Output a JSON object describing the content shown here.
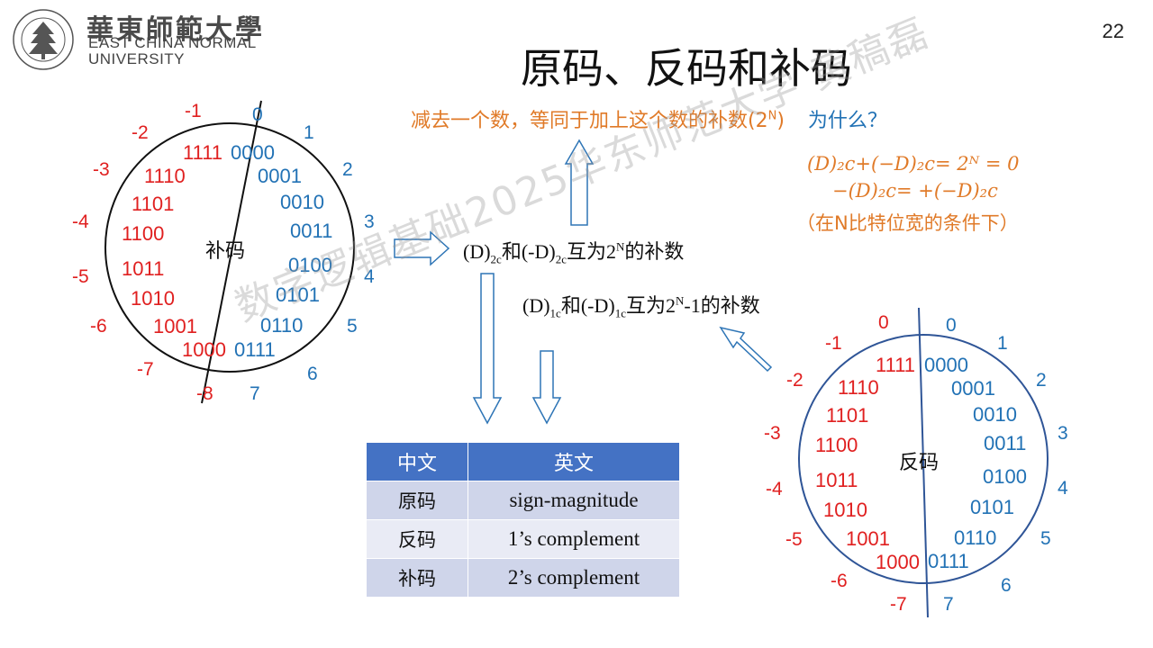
{
  "header": {
    "logo_cn": "華東師範大學",
    "logo_en_line1": "EAST CHINA NORMAL",
    "logo_en_line2": "UNIVERSITY",
    "page_number": "22"
  },
  "title": "原码、反码和补码",
  "subtitle": {
    "text": "减去一个数，等同于加上这个数的补数(2",
    "sup": "N",
    "close": ")",
    "why": "为什么？"
  },
  "equations": {
    "eq1": "(D)₂c+(−D)₂c= 2ᴺ = 0",
    "eq2": "−(D)₂c= +(−D)₂c",
    "note": "（在N比特位宽的条件下）"
  },
  "statements": {
    "s1_a": "(D)",
    "s1_sub1": "2c",
    "s1_b": "和(-D)",
    "s1_sub2": "2c",
    "s1_c": "互为2",
    "s1_sup": "N",
    "s1_d": "的补数",
    "s2_a": "(D)",
    "s2_sub1": "1c",
    "s2_b": "和(-D)",
    "s2_sub2": "1c",
    "s2_c": "互为2",
    "s2_sup": "N",
    "s2_d": "-1的补数"
  },
  "wheel_twos": {
    "center_label": "补码",
    "codes_red": [
      "1111",
      "1110",
      "1101",
      "1100",
      "1011",
      "1010",
      "1001",
      "1000"
    ],
    "codes_blue": [
      "0000",
      "0001",
      "0010",
      "0011",
      "0100",
      "0101",
      "0110",
      "0111"
    ],
    "nums_red": [
      "-1",
      "-2",
      "-3",
      "-4",
      "-5",
      "-6",
      "-7",
      "-8"
    ],
    "nums_blue": [
      "0",
      "1",
      "2",
      "3",
      "4",
      "5",
      "6",
      "7"
    ]
  },
  "wheel_ones": {
    "center_label": "反码",
    "codes_red": [
      "1111",
      "1110",
      "1101",
      "1100",
      "1011",
      "1010",
      "1001",
      "1000"
    ],
    "codes_blue": [
      "0000",
      "0001",
      "0010",
      "0011",
      "0100",
      "0101",
      "0110",
      "0111"
    ],
    "nums_red": [
      "0",
      "-1",
      "-2",
      "-3",
      "-4",
      "-5",
      "-6",
      "-7"
    ],
    "nums_blue": [
      "0",
      "1",
      "2",
      "3",
      "4",
      "5",
      "6",
      "7"
    ]
  },
  "table": {
    "headers": [
      "中文",
      "英文"
    ],
    "rows": [
      [
        "原码",
        "sign-magnitude"
      ],
      [
        "反码",
        "1’s complement"
      ],
      [
        "补码",
        "2’s complement"
      ]
    ]
  },
  "watermark": "数字逻辑基础2025华东师范大学 黄稿磊",
  "colors": {
    "negative": "#e02020",
    "positive": "#2272b5",
    "highlight": "#e07a28",
    "table_header": "#4472c4",
    "arrow": "#2e75b6"
  }
}
